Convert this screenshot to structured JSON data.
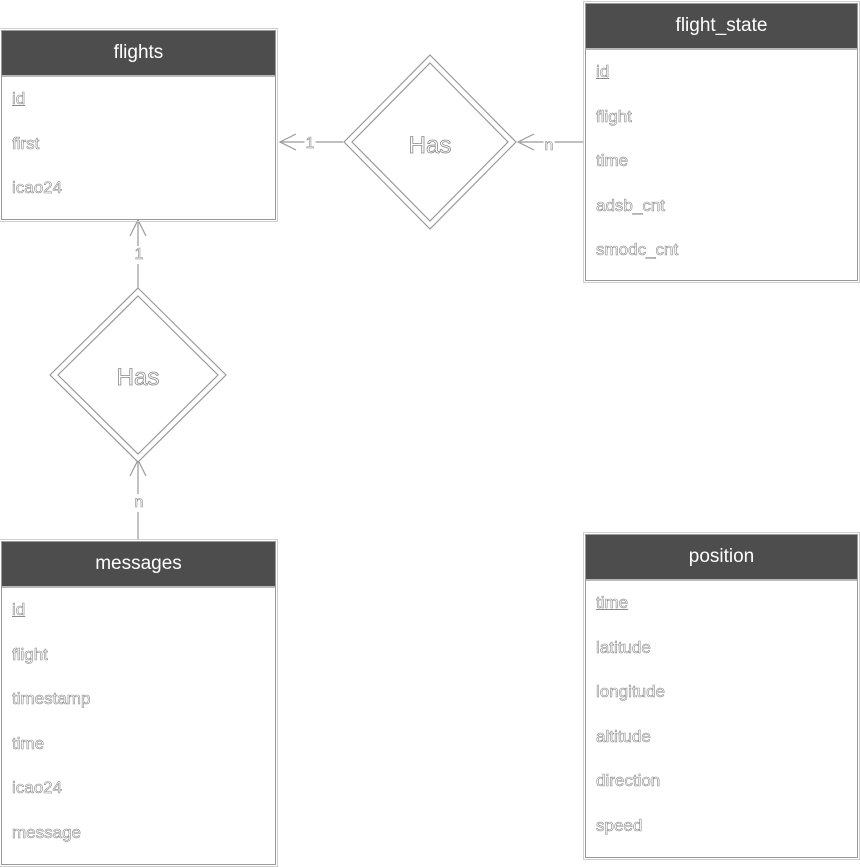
{
  "entities": {
    "flights": {
      "name": "flights",
      "attributes": [
        {
          "label": "id",
          "primary_key": true
        },
        {
          "label": "first",
          "primary_key": false
        },
        {
          "label": "icao24",
          "primary_key": false
        }
      ]
    },
    "flight_state": {
      "name": "flight_state",
      "attributes": [
        {
          "label": "id",
          "primary_key": true
        },
        {
          "label": "flight",
          "primary_key": false
        },
        {
          "label": "time",
          "primary_key": false
        },
        {
          "label": "adsb_cnt",
          "primary_key": false
        },
        {
          "label": "smodc_cnt",
          "primary_key": false
        }
      ]
    },
    "messages": {
      "name": "messages",
      "attributes": [
        {
          "label": "id",
          "primary_key": true
        },
        {
          "label": "flight",
          "primary_key": false
        },
        {
          "label": "timestamp",
          "primary_key": false
        },
        {
          "label": "time",
          "primary_key": false
        },
        {
          "label": "icao24",
          "primary_key": false
        },
        {
          "label": "message",
          "primary_key": false
        }
      ]
    },
    "position": {
      "name": "position",
      "attributes": [
        {
          "label": "time",
          "primary_key": true
        },
        {
          "label": "latitude",
          "primary_key": false
        },
        {
          "label": "longitude",
          "primary_key": false
        },
        {
          "label": "altitude",
          "primary_key": false
        },
        {
          "label": "direction",
          "primary_key": false
        },
        {
          "label": "speed",
          "primary_key": false
        }
      ]
    }
  },
  "relationships": {
    "flight_state_flights": {
      "label": "Has",
      "from": "flight_state",
      "to": "flights",
      "card_from": "n",
      "card_to": "1"
    },
    "messages_flights": {
      "label": "Has",
      "from": "messages",
      "to": "flights",
      "card_from": "n",
      "card_to": "1"
    }
  }
}
